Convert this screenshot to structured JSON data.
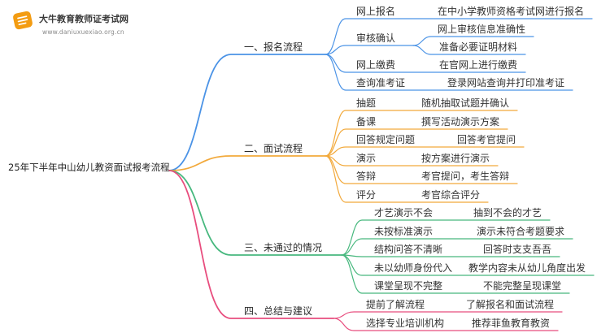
{
  "logo": {
    "name": "大牛教育教师证考试网",
    "url": "www.daniuxuexiao.org.cn",
    "accent": "#f39c12"
  },
  "mindmap": {
    "root": "25年下半年中山幼儿教资面试报考流程",
    "branches": [
      {
        "label": "一、报名流程",
        "color": "#4b93e6",
        "children": [
          {
            "label": "网上报名",
            "leaves": [
              "在中小学教师资格考试网进行报名"
            ]
          },
          {
            "label": "审核确认",
            "leaves": [
              "网上审核信息准确性",
              "准备必要证明材料"
            ]
          },
          {
            "label": "网上缴费",
            "leaves": [
              "在官网上进行缴费"
            ]
          },
          {
            "label": "查询准考证",
            "leaves": [
              "登录网站查询并打印准考证"
            ]
          }
        ]
      },
      {
        "label": "二、面试流程",
        "color": "#f2a93b",
        "children": [
          {
            "label": "抽题",
            "leaves": [
              "随机抽取试题并确认"
            ]
          },
          {
            "label": "备课",
            "leaves": [
              "撰写活动演示方案"
            ]
          },
          {
            "label": "回答规定问题",
            "leaves": [
              "回答考官提问"
            ]
          },
          {
            "label": "演示",
            "leaves": [
              "按方案进行演示"
            ]
          },
          {
            "label": "答辩",
            "leaves": [
              "考官提问，考生答辩"
            ]
          },
          {
            "label": "评分",
            "leaves": [
              "考官综合评分"
            ]
          }
        ]
      },
      {
        "label": "三、未通过的情况",
        "color": "#47b87e",
        "children": [
          {
            "label": "才艺演示不会",
            "leaves": [
              "抽到不会的才艺"
            ]
          },
          {
            "label": "未按标准演示",
            "leaves": [
              "演示未符合考题要求"
            ]
          },
          {
            "label": "结构问答不清晰",
            "leaves": [
              "回答时支支吾吾"
            ]
          },
          {
            "label": "未以幼师身份代入",
            "leaves": [
              "教学内容未从幼儿角度出发"
            ]
          },
          {
            "label": "课堂呈现不完整",
            "leaves": [
              "不能完整呈现课堂"
            ]
          }
        ]
      },
      {
        "label": "四、总结与建议",
        "color": "#e84d7e",
        "children": [
          {
            "label": "提前了解流程",
            "leaves": [
              "了解报名和面试流程"
            ]
          },
          {
            "label": "选择专业培训机构",
            "leaves": [
              "推荐菲鱼教育教资"
            ]
          }
        ]
      }
    ]
  }
}
